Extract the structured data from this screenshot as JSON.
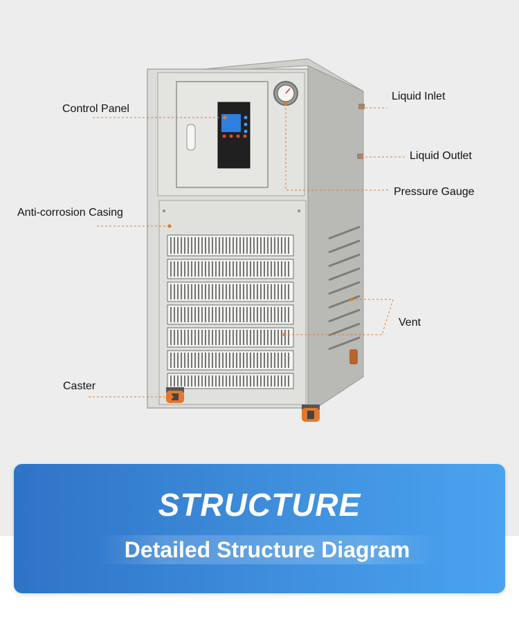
{
  "callouts": {
    "control_panel": "Control Panel",
    "liquid_inlet": "Liquid Inlet",
    "liquid_outlet": "Liquid Outlet",
    "pressure_gauge": "Pressure Gauge",
    "anti_corrosion_casing": "Anti-corrosion Casing",
    "vent": "Vent",
    "caster": "Caster"
  },
  "banner": {
    "title": "STRUCTURE",
    "subtitle": "Detailed Structure Diagram"
  },
  "colors": {
    "callout_line": "#e07a2b",
    "banner_start": "#2f73c7",
    "banner_end": "#4aa3f0",
    "caster": "#e2782f"
  }
}
